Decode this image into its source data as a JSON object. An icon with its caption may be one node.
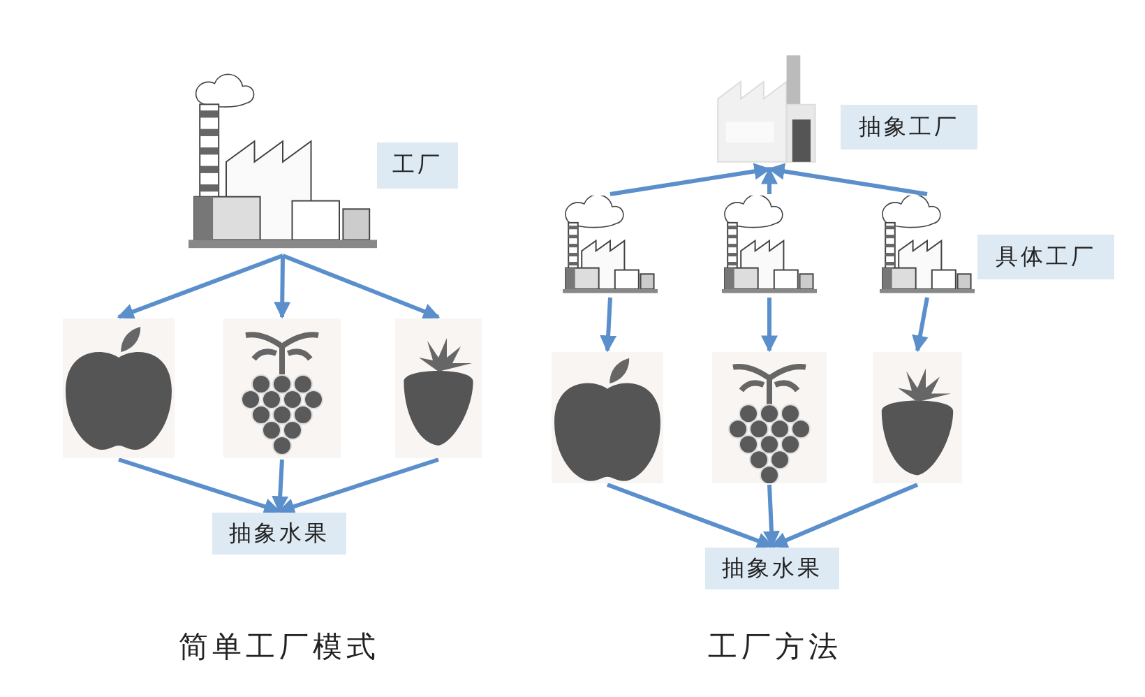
{
  "diagram": {
    "nodes": [
      {
        "text": [],
        "shape": "picture"
      },
      {
        "text": [
          "工厂"
        ]
      },
      {
        "text": [],
        "shape": "picture"
      },
      {
        "text": [],
        "shape": "picture"
      },
      {
        "text": [],
        "shape": "picture"
      },
      {
        "text": [
          "抽象水果"
        ]
      },
      {
        "text": [],
        "shape": "picture"
      },
      {
        "text": [
          "抽象工厂"
        ]
      },
      {
        "text": [],
        "shape": "picture"
      },
      {
        "text": [],
        "shape": "picture"
      },
      {
        "text": [],
        "shape": "picture"
      },
      {
        "text": [
          "具体工厂"
        ]
      },
      {
        "text": [],
        "shape": "picture"
      },
      {
        "text": [],
        "shape": "picture"
      },
      {
        "text": [],
        "shape": "picture"
      },
      {
        "text": [
          "抽象水果"
        ]
      }
    ],
    "edges": [
      {
        "from": 0,
        "to": 2,
        "arrow": "to"
      },
      {
        "from": 0,
        "to": 3,
        "arrow": "to"
      },
      {
        "from": 0,
        "to": 4,
        "arrow": "to"
      },
      {
        "from": 2,
        "to": 5,
        "arrow": "to"
      },
      {
        "from": 3,
        "to": 5,
        "arrow": "to"
      },
      {
        "from": 4,
        "to": 5,
        "arrow": "to"
      },
      {
        "from": 8,
        "to": 6,
        "arrow": "to"
      },
      {
        "from": 9,
        "to": 6,
        "arrow": "to"
      },
      {
        "from": 10,
        "to": 6,
        "arrow": "to"
      },
      {
        "from": 8,
        "to": 12,
        "arrow": "to"
      },
      {
        "from": 9,
        "to": 13,
        "arrow": "to"
      },
      {
        "from": 10,
        "to": 14,
        "arrow": "to"
      },
      {
        "from": 12,
        "to": 15,
        "arrow": "to"
      },
      {
        "from": 13,
        "to": 15,
        "arrow": "to"
      },
      {
        "from": 14,
        "to": 15,
        "arrow": "to"
      }
    ],
    "labels": [
      "简单工厂模式",
      "工厂方法"
    ]
  }
}
